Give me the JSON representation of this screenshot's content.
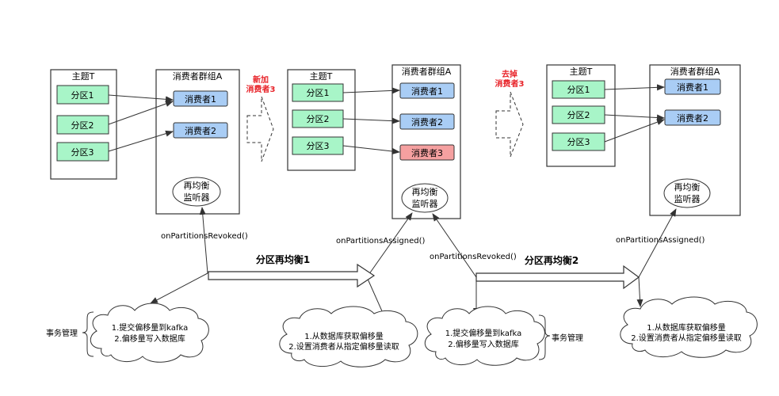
{
  "stage1": {
    "topic_title": "主题T",
    "partitions": [
      "分区1",
      "分区2",
      "分区3"
    ],
    "group_title": "消费者群组A",
    "consumers": [
      "消费者1",
      "消费者2"
    ],
    "listener": [
      "再均衡",
      "监听器"
    ]
  },
  "transition1": {
    "label": [
      "新加",
      "消费者3"
    ]
  },
  "stage2": {
    "topic_title": "主题T",
    "partitions": [
      "分区1",
      "分区2",
      "分区3"
    ],
    "group_title": "消费者群组A",
    "consumers": [
      "消费者1",
      "消费者2",
      "消费者3"
    ],
    "listener": [
      "再均衡",
      "监听器"
    ]
  },
  "transition2": {
    "label": [
      "去掉",
      "消费者3"
    ]
  },
  "stage3": {
    "topic_title": "主题T",
    "partitions": [
      "分区1",
      "分区2",
      "分区3"
    ],
    "group_title": "消费者群组A",
    "consumers": [
      "消费者1",
      "消费者2"
    ],
    "listener": [
      "再均衡",
      "监听器"
    ]
  },
  "callbacks": {
    "revoked1": "onPartitionsRevoked()",
    "assigned1": "onPartitionsAssigned()",
    "revoked2": "onPartitionsRevoked()",
    "assigned2": "onPartitionsAssigned()"
  },
  "rebalance": {
    "label1": "分区再均衡1",
    "label2": "分区再均衡2"
  },
  "clouds": {
    "commit1": [
      "1.提交偏移量到kafka",
      "2.偏移量写入数据库"
    ],
    "fetch1": [
      "1.从数据库获取偏移量",
      "2.设置消费者从指定偏移量读取"
    ],
    "commit2": [
      "1.提交偏移量到kafka",
      "2.偏移量写入数据库"
    ],
    "fetch2": [
      "1.从数据库获取偏移量",
      "2.设置消费者从指定偏移量读取"
    ]
  },
  "tx": {
    "label1": "事务管理",
    "label2": "事务管理"
  },
  "colors": {
    "partition_fill": "#a8f5c8",
    "consumer_fill": "#a9cdf5",
    "consumer_new_fill": "#f5a0a0",
    "accent_red": "#e8242a",
    "stroke": "#333333"
  }
}
